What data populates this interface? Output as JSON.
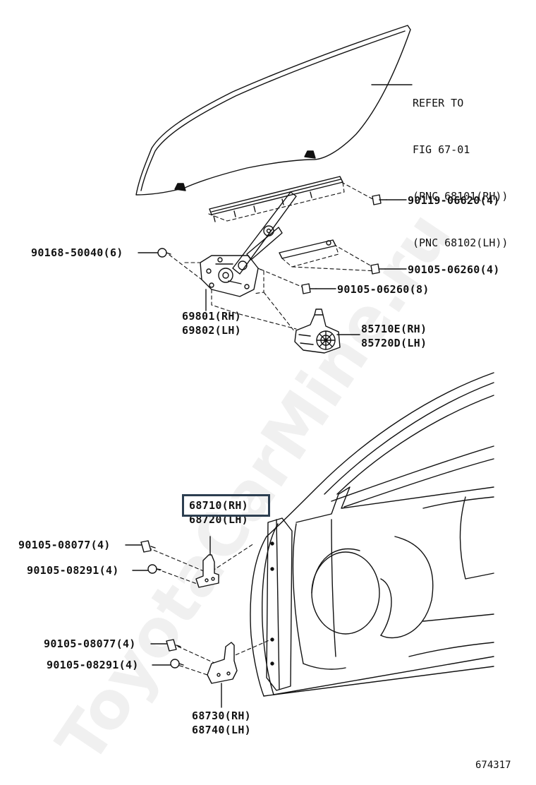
{
  "watermark": "ToyotaCarMine.ru",
  "figure_number": "674317",
  "refer_note": {
    "line1": "REFER TO",
    "line2": "FIG 67-01",
    "line3": "(PNC 68101(RH))",
    "line4": "(PNC 68102(LH))"
  },
  "labels": {
    "bolt_90119_06620": "90119-06620(4)",
    "bolt_90168_50040": "90168-50040(6)",
    "bolt_90105_06260_4": "90105-06260(4)",
    "bolt_90105_06260_8": "90105-06260(8)",
    "regulator_rh": "69801(RH)",
    "regulator_lh": "69802(LH)",
    "motor_rh": "85710E(RH)",
    "motor_lh": "85720D(LH)",
    "upper_hinge_rh": "68710(RH)",
    "upper_hinge_lh": "68720(LH)",
    "upper_bolt_a": "90105-08077(4)",
    "upper_bolt_b": "90105-08291(4)",
    "lower_bolt_a": "90105-08077(4)",
    "lower_bolt_b": "90105-08291(4)",
    "lower_hinge_rh": "68730(RH)",
    "lower_hinge_lh": "68740(LH)"
  }
}
